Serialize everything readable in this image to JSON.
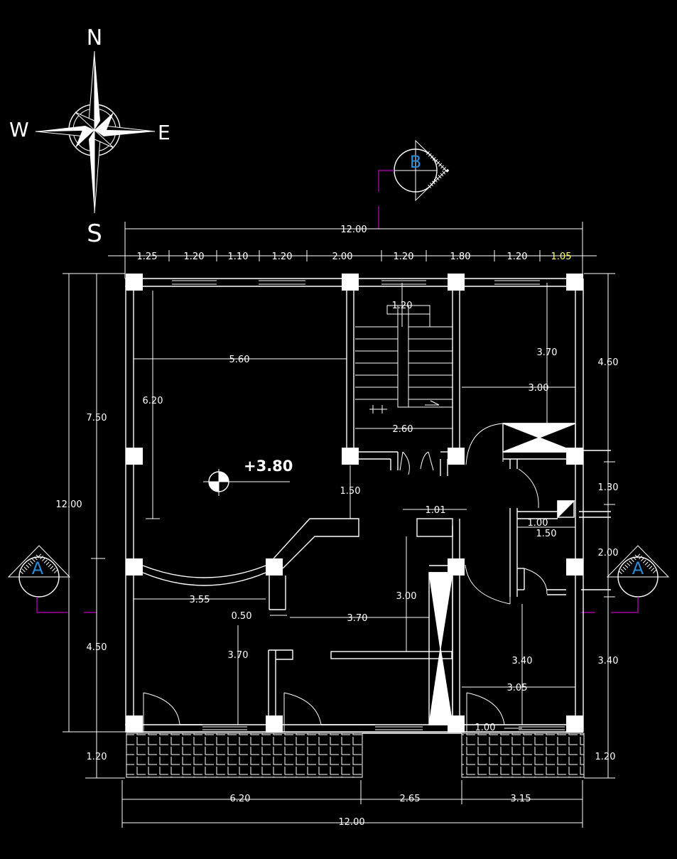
{
  "compass": {
    "north": "N",
    "south": "S",
    "east": "E",
    "west": "W"
  },
  "sections": {
    "a": "A",
    "b": "B"
  },
  "level": "+3.80",
  "colors": {
    "background": "#000000",
    "lines": "#ffffff",
    "section_text": "#2a8ad4",
    "section_line": "#c000c0",
    "highlight": "#ffff66"
  },
  "top_dims": {
    "overall": "12.00",
    "segments": [
      "1.25",
      "1.20",
      "1.10",
      "1.20",
      "2.00",
      "1.20",
      "1.80",
      "1.20",
      "1.05"
    ]
  },
  "bottom_dims": {
    "segments": [
      "6.20",
      "2.65",
      "3.15"
    ],
    "overall": "12.00"
  },
  "left_dims": {
    "overall": "12.00",
    "upper": "7.50",
    "lower": "4.50",
    "balcony": "1.20"
  },
  "right_dims": {
    "top": "4.60",
    "mid": "1.30",
    "lower_mid": "2.00",
    "bottom": "3.40",
    "balcony": "1.20"
  },
  "interior_dims": {
    "living_width": "5.60",
    "living_height": "6.20",
    "stair_run": "1.20",
    "stair_width": "2.60",
    "kitchen_h": "3.70",
    "kitchen_w": "3.00",
    "corridor": "1.50",
    "wc_wall": "1.01",
    "wc_door": "1.00",
    "wc_width": "1.50",
    "room_width": "3.55",
    "room_height": "3.70",
    "wall_gap": "0.50",
    "hall_width": "3.70",
    "hall_height": "3.00",
    "bed_height": "3.40",
    "bed_width": "3.05",
    "door": "1.00"
  }
}
